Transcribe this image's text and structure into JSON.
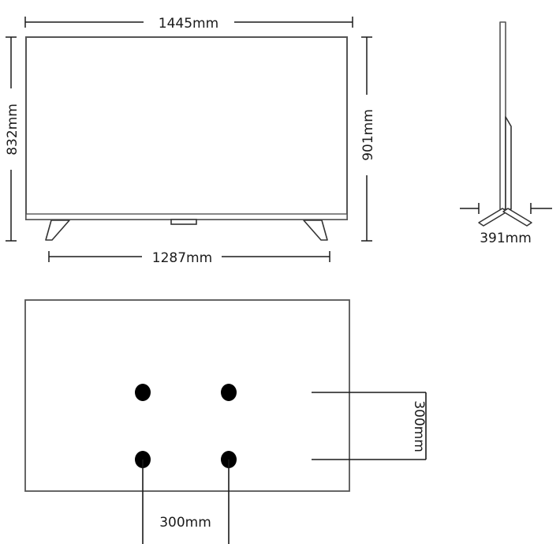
{
  "drawing": {
    "title": "Television dimension drawing",
    "units": "mm",
    "line_color": "#555555",
    "dark_line_color": "#1a1a1a",
    "hole_color": "#000000",
    "background": "#ffffff"
  },
  "views": {
    "front": {
      "name": "front-view",
      "dimensions": {
        "width_overall": "1445mm",
        "height_panel": "832mm",
        "height_overall": "901mm",
        "width_stand_span": "1287mm"
      }
    },
    "side": {
      "name": "side-view",
      "dimensions": {
        "depth_stand": "391mm"
      }
    },
    "mount": {
      "name": "vesa-mount-view",
      "dimensions": {
        "hole_spacing_horizontal": "300mm",
        "hole_spacing_vertical": "300mm"
      },
      "hole_count": 4
    }
  },
  "labels": {
    "width_overall": "1445mm",
    "height_panel": "832mm",
    "height_overall": "901mm",
    "stand_span": "1287mm",
    "depth": "391mm",
    "vesa_horizontal": "300mm",
    "vesa_vertical": "300mm"
  }
}
